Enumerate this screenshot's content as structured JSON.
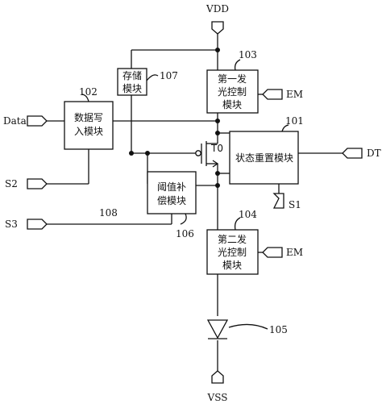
{
  "signals": {
    "vdd": "VDD",
    "vss": "VSS",
    "data": "Data",
    "s1": "S1",
    "s2": "S2",
    "s3": "S3",
    "em_top": "EM",
    "em_bottom": "EM",
    "dt": "DT"
  },
  "transistor": {
    "label": "T0"
  },
  "modules": {
    "storage": {
      "line1": "存储",
      "line2": "模块",
      "ref": "107"
    },
    "emit1": {
      "line1": "第一发",
      "line2": "光控制",
      "line3": "模块",
      "ref": "103"
    },
    "data_write": {
      "line1": "数据写",
      "line2": "入模块",
      "ref": "102"
    },
    "state_reset": {
      "line1": "状态重置模块",
      "ref": "101"
    },
    "threshold": {
      "line1": "阈值补",
      "line2": "偿模块",
      "ref": "106"
    },
    "emit2": {
      "line1": "第二发",
      "line2": "光控制",
      "line3": "模块",
      "ref": "104"
    },
    "led": {
      "ref": "105"
    }
  },
  "wires": {
    "s3_ref": "108"
  }
}
